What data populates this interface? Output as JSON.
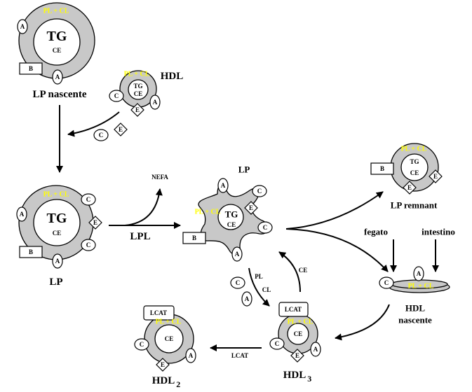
{
  "labels": {
    "lp_nascente": "LP nascente",
    "hdl": "HDL",
    "lp": "LP",
    "lp_star": "LP",
    "nefa": "NEFA",
    "lpl": "LPL",
    "lp_remnant": "LP remnant",
    "fegato": "fegato",
    "intestino": "intestino",
    "hdl_nascente_1": "HDL",
    "hdl_nascente_2": "nascente",
    "hdl3": "HDL",
    "hdl3_sub": "3",
    "hdl2": "HDL",
    "hdl2_sub": "2",
    "ce_arrow": "CE",
    "pl_arrow": "PL",
    "cl_arrow": "CL",
    "lcat_arrow": "LCAT"
  },
  "components": {
    "tg": "TG",
    "ce": "CE",
    "pl_cl": "PL + CL",
    "lcat": "LCAT"
  },
  "proteins": {
    "A": "A",
    "B": "B",
    "C": "C",
    "E": "E"
  },
  "colors": {
    "shell": "#c8c8c8",
    "pl_cl_text": "#ffff00"
  }
}
